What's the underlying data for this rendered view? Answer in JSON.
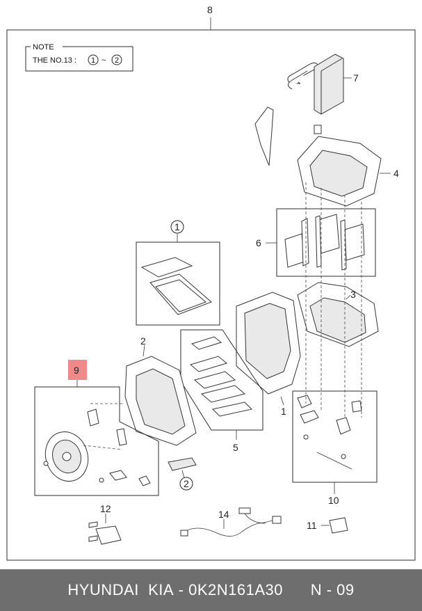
{
  "note": {
    "title": "NOTE",
    "text": "THE NO.13 : ",
    "from": "1",
    "sep": "~",
    "to": "2"
  },
  "callouts": {
    "c8": "8",
    "c7": "7",
    "c4": "4",
    "c6": "6",
    "c3": "3",
    "c2": "2",
    "c1": "1",
    "c5": "5",
    "c9": "9",
    "c10": "10",
    "c12": "12",
    "c14": "14",
    "c11": "11",
    "circ1": "1",
    "circ2": "2"
  },
  "colors": {
    "highlight": "#f08a8a",
    "footer_bg": "#6e6e6e"
  },
  "footer": {
    "brand": "HYUNDAI  KIA",
    "dash": " - ",
    "part_number": "0K2N161A30",
    "ref": "N - 09"
  }
}
